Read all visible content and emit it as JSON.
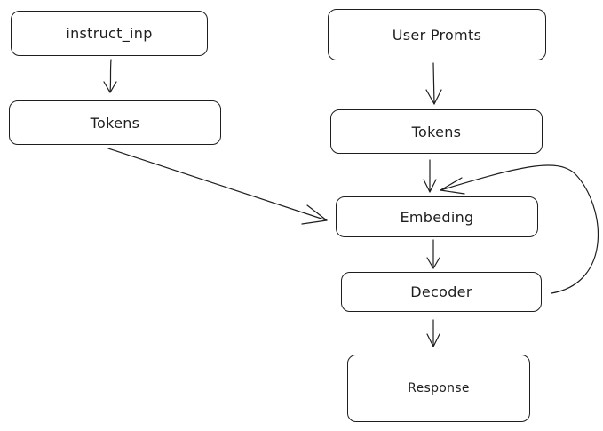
{
  "diagram": {
    "nodes": {
      "instruct_inp": {
        "label": "instruct_inp"
      },
      "tokens_left": {
        "label": "Tokens"
      },
      "user_prompts": {
        "label": "User Promts"
      },
      "tokens_right": {
        "label": "Tokens"
      },
      "embedding": {
        "label": "Embeding"
      },
      "decoder": {
        "label": "Decoder"
      },
      "response": {
        "label": "Response"
      }
    },
    "edges": [
      {
        "from": "instruct_inp",
        "to": "tokens_left"
      },
      {
        "from": "tokens_left",
        "to": "embedding"
      },
      {
        "from": "user_prompts",
        "to": "tokens_right"
      },
      {
        "from": "tokens_right",
        "to": "embedding"
      },
      {
        "from": "embedding",
        "to": "decoder"
      },
      {
        "from": "decoder",
        "to": "response"
      },
      {
        "from": "decoder",
        "to": "embedding",
        "type": "feedback-loop"
      }
    ],
    "colors": {
      "stroke": "#1e1e1e",
      "background": "#ffffff"
    }
  }
}
